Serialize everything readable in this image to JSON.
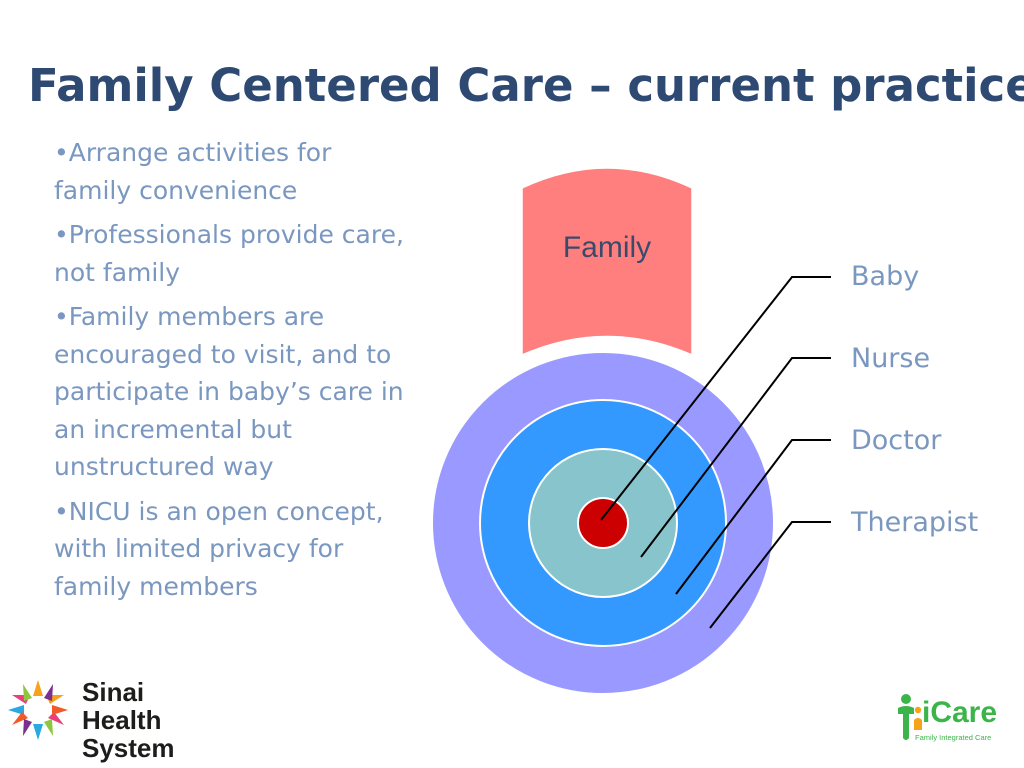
{
  "slide": {
    "title": "Family Centered Care – current practice",
    "bullets": [
      "•Arrange activities for family convenience",
      "•Professionals provide care, not family",
      "•Family members are encouraged to visit, and to participate in baby’s care in an incremental but unstructured way",
      "•NICU is an open concept, with limited privacy for family members"
    ]
  },
  "diagram": {
    "family_label": "Family",
    "ring_labels": [
      "Baby",
      "Nurse",
      "Doctor",
      "Therapist"
    ],
    "colors": {
      "family_block": "#ff7f7f",
      "outer_ring": "#9999ff",
      "second_ring": "#3399ff",
      "third_ring": "#88c4cc",
      "center": "#cc0000",
      "text_title": "#2e4a73",
      "text_body": "#7a97c0"
    }
  },
  "logos": {
    "sinai": [
      "Sinai",
      "Health",
      "System"
    ],
    "icare_word": "iCare",
    "icare_tagline": "Family Integrated Care"
  }
}
